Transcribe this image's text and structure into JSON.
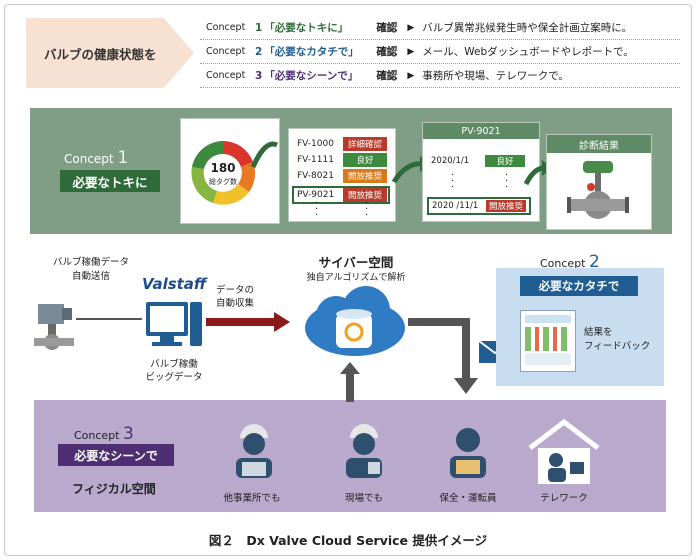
{
  "header": {
    "valve_health": "バルブの健康状態を",
    "concepts": [
      {
        "label": "Concept",
        "num": "1",
        "quote": "「必要なトキに」",
        "confirm": "確認",
        "desc": "バルブ異常兆候発生時や保全計画立案時に。",
        "color": "#2f6a3b"
      },
      {
        "label": "Concept",
        "num": "2",
        "quote": "「必要なカタチで」",
        "confirm": "確認",
        "desc": "メール、Webダッシュボードやレポートで。",
        "color": "#1f5d93"
      },
      {
        "label": "Concept",
        "num": "3",
        "quote": "「必要なシーンで」",
        "confirm": "確認",
        "desc": "事務所や現場、テレワークで。",
        "color": "#4e2f74"
      }
    ]
  },
  "concept1": {
    "label": "Concept",
    "num": "1",
    "title": "必要なトキに",
    "donut_value": "180",
    "donut_unit": "総タグ数",
    "list": [
      {
        "tag": "FV-1000",
        "status": "詳細確認",
        "tone": "st-red"
      },
      {
        "tag": "FV-1111",
        "status": "良好",
        "tone": "st-green"
      },
      {
        "tag": "FV-8021",
        "status": "開放推奨",
        "tone": "st-orange"
      },
      {
        "tag": "PV-9021",
        "status": "開放推奨",
        "tone": "st-red"
      }
    ],
    "pv_title": "PV-9021",
    "pv_rows": [
      {
        "date": "2020/1/1",
        "status": "良好",
        "tone": "st-green"
      },
      {
        "date": "2020 /11/1",
        "status": "開放推奨",
        "tone": "st-red"
      }
    ],
    "diag_title": "診断結果"
  },
  "middle": {
    "source_label": "バルブ稼働データ\n自動送信",
    "logo": "Valstaff",
    "bigdata_label": "バルブ稼働\nビッグデータ",
    "collect_label": "データの\n自動収集",
    "cyber_title": "サイバー空間",
    "cyber_sub": "独自アルゴリズムで解析"
  },
  "concept2": {
    "label": "Concept",
    "num": "2",
    "title": "必要なカタチで",
    "feedback": "結果を\nフィードバック"
  },
  "concept3": {
    "label": "Concept",
    "num": "3",
    "title": "必要なシーンで",
    "physical": "フィジカル空間",
    "people": [
      "他事業所でも",
      "現場でも",
      "保全・運転員",
      "テレワーク"
    ]
  },
  "caption": "図２　Dx Valve Cloud Service 提供イメージ"
}
